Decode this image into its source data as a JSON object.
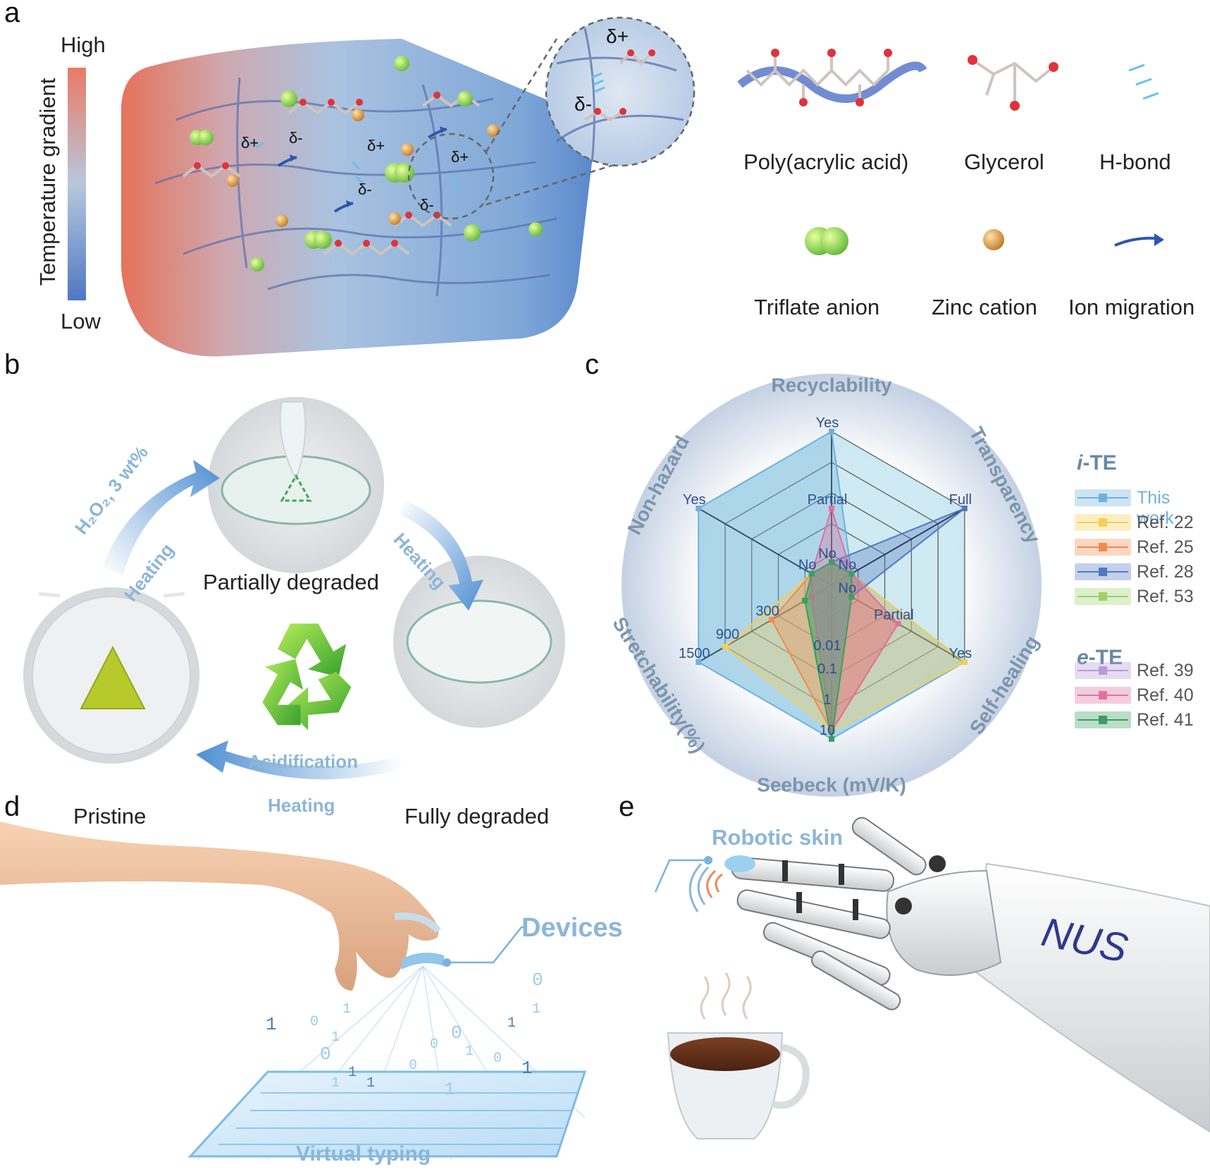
{
  "panels": {
    "a": "a",
    "b": "b",
    "c": "c",
    "d": "d",
    "e": "e"
  },
  "panel_a": {
    "gradient_high": "High",
    "gradient_low": "Low",
    "gradient_axis": "Temperature gradient",
    "delta_plus": "δ+",
    "delta_minus": "δ-",
    "legend": [
      {
        "label": "Poly(acrylic acid)",
        "icon": "polymer-chain-icon"
      },
      {
        "label": "Glycerol",
        "icon": "glycerol-molecule-icon"
      },
      {
        "label": "H-bond",
        "icon": "h-bond-icon"
      },
      {
        "label": "Triflate anion",
        "icon": "triflate-anion-icon"
      },
      {
        "label": "Zinc cation",
        "icon": "zinc-cation-icon"
      },
      {
        "label": "Ion migration",
        "icon": "ion-migration-arrow-icon"
      }
    ],
    "colors": {
      "hot": "#e8765e",
      "cold": "#4f7ac4",
      "anion": "#8fd14f",
      "cation": "#d7913e"
    }
  },
  "panel_b": {
    "states": {
      "partial": "Partially degraded",
      "full": "Fully degraded",
      "pristine": "Pristine"
    },
    "arrow_left_top": "H₂O₂, 3 wt%",
    "arrow_left_bottom": "Heating",
    "arrow_right": "Heating",
    "arrow_bottom_top": "Acidification",
    "arrow_bottom_bottom": "Heating",
    "center_icon": "recycle-icon"
  },
  "chart_data": {
    "type": "radar",
    "axes": [
      "Recyclability",
      "Transparency",
      "Self-healing",
      "Seebeck (mV/K)",
      "Stretchability(%)",
      "Non-hazard"
    ],
    "axis_ticks": {
      "Recyclability": [
        "No",
        "Partial",
        "Yes"
      ],
      "Transparency": [
        "No",
        "Partial",
        "Full"
      ],
      "Self-healing": [
        "No",
        "Partial",
        "Yes"
      ],
      "Seebeck (mV/K)": [
        "0.01",
        "0.1",
        "1",
        "10"
      ],
      "Stretchability(%)": [
        "300",
        "900",
        "1500"
      ],
      "Non-hazard": [
        "No",
        "Yes"
      ]
    },
    "tick_labels_shown": [
      {
        "axis": 0,
        "text": "Yes",
        "value": 1.0
      },
      {
        "axis": 0,
        "text": "Partial",
        "value": 0.5
      },
      {
        "axis": 0,
        "text": "No",
        "value": 0.15
      },
      {
        "axis": 1,
        "text": "Full",
        "value": 1.0
      },
      {
        "axis": 1,
        "text": "No",
        "value": 0.15
      },
      {
        "axis": 2,
        "text": "Yes",
        "value": 1.0
      },
      {
        "axis": 2,
        "text": "Partial",
        "value": 0.5
      },
      {
        "axis": 2,
        "text": "No",
        "value": 0.15
      },
      {
        "axis": 3,
        "text": "0.01",
        "value": 0.45
      },
      {
        "axis": 3,
        "text": "0.1",
        "value": 0.6
      },
      {
        "axis": 3,
        "text": "1",
        "value": 0.8
      },
      {
        "axis": 3,
        "text": "10",
        "value": 1.0
      },
      {
        "axis": 4,
        "text": "1500",
        "value": 1.0
      },
      {
        "axis": 4,
        "text": "900",
        "value": 0.75
      },
      {
        "axis": 4,
        "text": "300",
        "value": 0.45
      },
      {
        "axis": 5,
        "text": "Yes",
        "value": 1.0
      },
      {
        "axis": 5,
        "text": "No",
        "value": 0.15
      }
    ],
    "legend_groups": [
      {
        "title": "i-TE",
        "title_prefix": "i",
        "title_suffix": "-TE",
        "items": [
          "This work",
          "Ref. 22",
          "Ref. 25",
          "Ref. 28",
          "Ref. 53"
        ]
      },
      {
        "title": "e-TE",
        "title_prefix": "e",
        "title_suffix": "-TE",
        "items": [
          "Ref. 39",
          "Ref. 40",
          "Ref. 41"
        ]
      }
    ],
    "series": [
      {
        "name": "This work",
        "values": [
          1.0,
          0.15,
          1.0,
          1.0,
          1.0,
          1.0
        ],
        "color": "#6fb1de"
      },
      {
        "name": "Ref. 22",
        "values": [
          0.15,
          0.15,
          1.0,
          0.95,
          0.8,
          0.15
        ],
        "color": "#f5cf57"
      },
      {
        "name": "Ref. 25",
        "values": [
          0.15,
          0.15,
          0.5,
          0.95,
          0.45,
          0.15
        ],
        "color": "#f08b4f"
      },
      {
        "name": "Ref. 28",
        "values": [
          0.15,
          1.0,
          0.15,
          1.0,
          0.2,
          0.15
        ],
        "color": "#4f78c2"
      },
      {
        "name": "Ref. 53",
        "values": [
          0.15,
          0.15,
          0.15,
          1.0,
          0.2,
          0.15
        ],
        "color": "#9ed06a"
      },
      {
        "name": "Ref. 39",
        "values": [
          0.15,
          0.15,
          0.15,
          0.6,
          0.15,
          0.15
        ],
        "color": "#b69bd9"
      },
      {
        "name": "Ref. 40",
        "values": [
          0.5,
          0.15,
          0.5,
          0.95,
          0.15,
          0.15
        ],
        "color": "#e0719f"
      },
      {
        "name": "Ref. 41",
        "values": [
          0.15,
          0.15,
          0.15,
          1.0,
          0.2,
          0.15
        ],
        "color": "#3c9e62"
      }
    ],
    "rings": 5,
    "grid": true,
    "legend_position": "right"
  },
  "panel_d": {
    "devices": "Devices",
    "caption": "Virtual typing",
    "binary": [
      "1",
      "0",
      "1",
      "0",
      "1",
      "0",
      "0",
      "1",
      "1",
      "0",
      "1",
      "0",
      "1",
      "1",
      "0",
      "1",
      "1",
      "1"
    ]
  },
  "panel_e": {
    "caption": "Robotic skin",
    "arm_text": "NUS"
  }
}
